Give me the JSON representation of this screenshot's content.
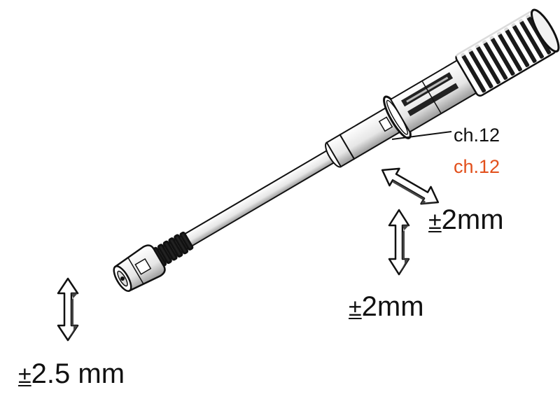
{
  "labels": {
    "channel": "ch.12",
    "channel_highlight": "ch.12",
    "channel_highlight_color": "#e2501c",
    "tolerance_right": "2mm",
    "tolerance_mid": "2mm",
    "tolerance_left": "2.5 mm",
    "plus_minus": "±"
  },
  "icons": {
    "horizontal_arrow": "double-arrow-diagonal-icon",
    "vertical_arrow": "double-arrow-vertical-icon"
  },
  "colors": {
    "line": "#111111",
    "fill": "#ffffff",
    "shade": "#cfcfcf"
  }
}
